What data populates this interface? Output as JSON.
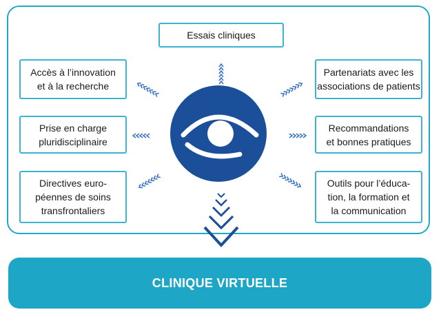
{
  "diagram": {
    "center_icon": "eye-icon",
    "nodes": {
      "top": "Essais cliniques",
      "left_top": "Accès à l’innovation\net à la recherche",
      "left_mid": "Prise en charge\npluridisciplinaire",
      "left_bottom": "Directives euro-\npéennes de soins\ntransfrontaliers",
      "right_top": "Partenariats  avec les\nassociations de patients",
      "right_mid": "Recommandations\net bonnes pratiques",
      "right_bottom": "Outils pour l’éduca-\ntion, la formation et\nla communication"
    },
    "banner": "CLINIQUE VIRTUELLE"
  },
  "colors": {
    "accent": "#20a8c8",
    "dark_blue": "#1b4f9a",
    "arrow": "#3a72c4"
  }
}
